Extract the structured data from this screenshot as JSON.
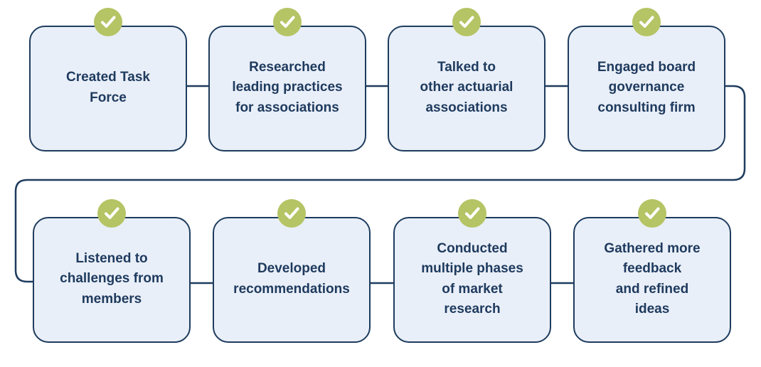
{
  "diagram": {
    "type": "process-flow",
    "colors": {
      "background": "#ffffff",
      "box_fill": "#e9eff8",
      "box_border": "#1e3c5e",
      "text": "#1e3a5e",
      "check_circle": "#b5c464",
      "check_mark": "#ffffff"
    },
    "icons": {
      "status": "check-icon"
    },
    "steps": [
      {
        "label": "Created Task\nForce",
        "completed": true
      },
      {
        "label": "Researched\nleading practices\nfor associations",
        "completed": true
      },
      {
        "label": "Talked to\nother actuarial\nassociations",
        "completed": true
      },
      {
        "label": "Engaged board\ngovernance\nconsulting firm",
        "completed": true
      },
      {
        "label": "Listened to\nchallenges from\nmembers",
        "completed": true
      },
      {
        "label": "Developed\nrecommendations",
        "completed": true
      },
      {
        "label": "Conducted\nmultiple phases\nof market\nresearch",
        "completed": true
      },
      {
        "label": "Gathered more\nfeedback\nand refined\nideas",
        "completed": true
      }
    ]
  }
}
